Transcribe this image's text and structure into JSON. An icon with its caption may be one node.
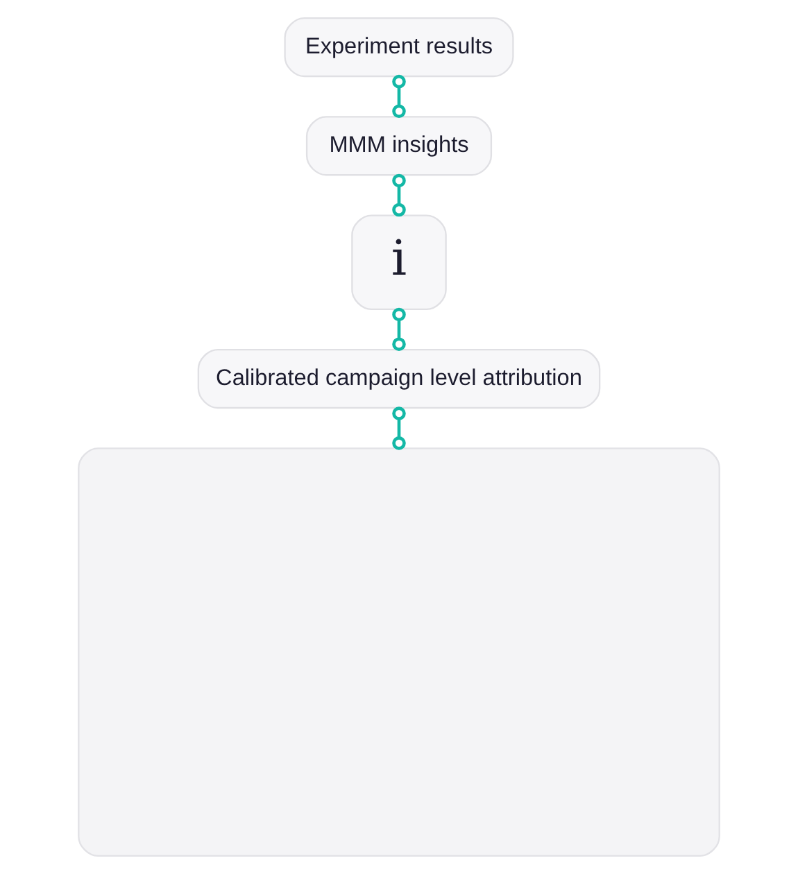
{
  "diagram": {
    "nodes": [
      {
        "text": [
          "Experiment results"
        ]
      },
      {
        "text": [
          "MMM insights"
        ]
      },
      {
        "text": [
          "i"
        ]
      },
      {
        "text": [
          "Calibrated campaign level attribution"
        ]
      },
      {
        "text": [],
        "shape": "box"
      }
    ],
    "edges": [
      {
        "from": 0,
        "to": 1,
        "arrow": "other"
      },
      {
        "from": 1,
        "to": 2,
        "arrow": "other"
      },
      {
        "from": 2,
        "to": 3,
        "arrow": "other"
      },
      {
        "from": 3,
        "to": 4,
        "arrow": "other"
      }
    ]
  }
}
